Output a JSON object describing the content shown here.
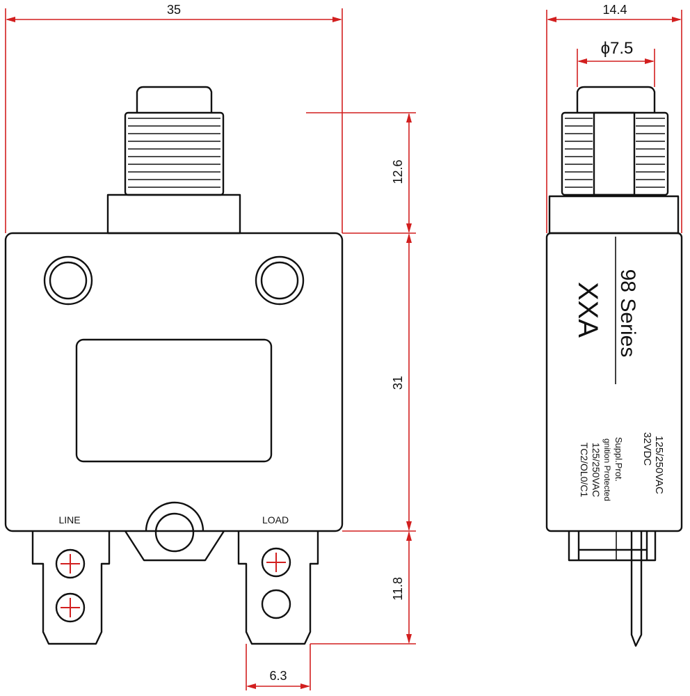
{
  "dimensions": {
    "overall_width": "35",
    "button_height": "12.6",
    "body_height": "31",
    "terminal_height": "11.8",
    "terminal_width": "6.3",
    "side_width": "14.4",
    "thread_diameter": "ϕ7.5"
  },
  "terminals": {
    "line": "LINE",
    "load": "LOAD"
  },
  "side_label": {
    "model": "XXA",
    "series": "98 Series",
    "rating_line1": "125/250VAC",
    "rating_line2": "32VDC",
    "note_line1": "Suppl.Prot.",
    "note_line2": "gnition Protected",
    "note_line3": "125/250VAC",
    "note_line4": "TC2/OL0/C1"
  },
  "colors": {
    "dimension": "#d21f1f",
    "outline": "#111111",
    "terminal_cross": "#d21f1f"
  }
}
